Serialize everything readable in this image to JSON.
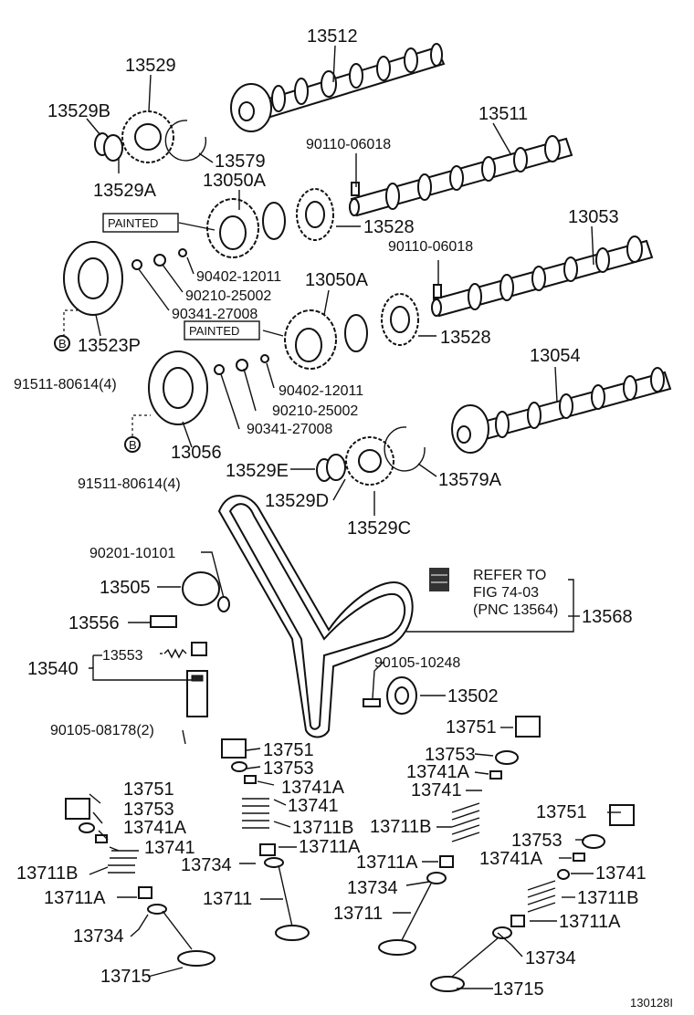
{
  "labels": {
    "p13512": "13512",
    "p13529": "13529",
    "p13529B": "13529B",
    "p13511": "13511",
    "p13579": "13579",
    "p13529A": "13529A",
    "p90110a": "90110-06018",
    "p13050Aa": "13050A",
    "painted1": "PAINTED",
    "p13528a": "13528",
    "p13053": "13053",
    "p90110b": "90110-06018",
    "p90402a": "90402-12011",
    "p13050Ab": "13050A",
    "p90210a": "90210-25002",
    "p90341a": "90341-27008",
    "painted2": "PAINTED",
    "p13528b": "13528",
    "bmark1": "B",
    "p13523P": "13523P",
    "p13054": "13054",
    "p91511a": "91511-80614(4)",
    "p90402b": "90402-12011",
    "p90210b": "90210-25002",
    "p90341b": "90341-27008",
    "bmark2": "B",
    "p13056": "13056",
    "p13529E": "13529E",
    "p13579A": "13579A",
    "p91511b": "91511-80614(4)",
    "p13529D": "13529D",
    "p13529C": "13529C",
    "p90201": "90201-10101",
    "refer1": "REFER TO",
    "refer2": "FIG 74-03",
    "refer3": "(PNC 13564)",
    "p13505": "13505",
    "p13568": "13568",
    "p13556": "13556",
    "p13553": "13553",
    "p90105a": "90105-10248",
    "p13540": "13540",
    "p13502": "13502",
    "p90105b": "90105-08178(2)",
    "p13751a": "13751",
    "p13751b": "13751",
    "p13753a": "13753",
    "p13753b": "13753",
    "p13741Aa": "13741A",
    "p13741Ab": "13741A",
    "p13741a": "13741",
    "p13741b": "13741",
    "p13711Ba": "13711B",
    "p13711Bb": "13711B",
    "p13711Aa": "13711A",
    "p13711Ab": "13711A",
    "p13734a": "13734",
    "p13711a": "13711",
    "p13751c": "13751",
    "p13753c": "13753",
    "p13741Ac": "13741A",
    "p13741c": "13741",
    "p13711Bc": "13711B",
    "p13711Ac": "13711A",
    "p13734b": "13734",
    "p13711b": "13711",
    "p13751d": "13751",
    "p13753d": "13753",
    "p13741Ad": "13741A",
    "p13741d": "13741",
    "p13711Bd": "13711B",
    "p13711Ad": "13711A",
    "p13734c": "13734",
    "p13715a": "13715",
    "p13734d": "13734",
    "p13715b": "13715",
    "figno": "130128I"
  }
}
